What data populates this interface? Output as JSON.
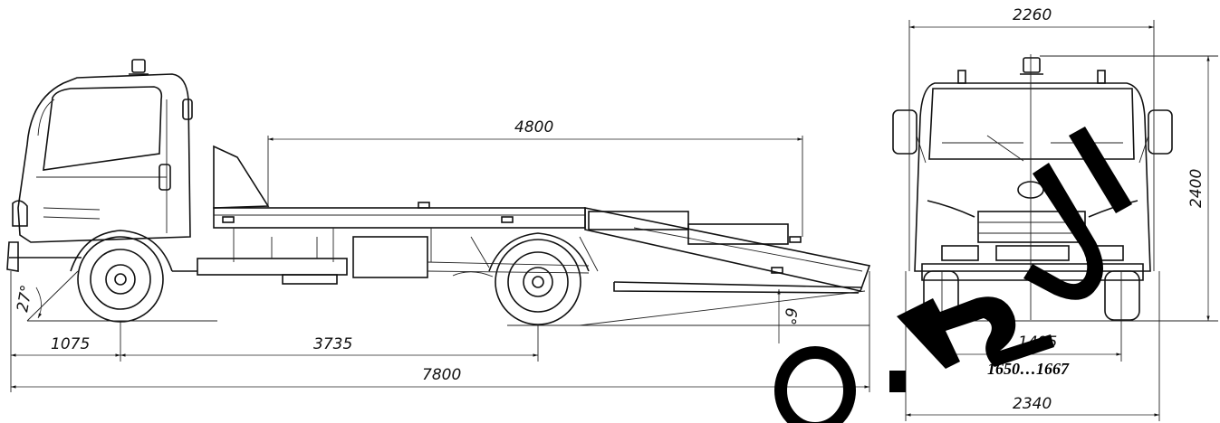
{
  "side_view": {
    "dims": {
      "platform_length": "4800",
      "front_overhang": "1075",
      "wheelbase": "3735",
      "overall_length": "7800",
      "approach_angle": "27°",
      "platform_angle": "6°"
    }
  },
  "front_view": {
    "dims": {
      "top_width": "2260",
      "height": "2400",
      "track": "1495",
      "track_range": "1650…1667",
      "overall_width": "2340"
    }
  },
  "watermark": {
    "color": "#000000"
  }
}
